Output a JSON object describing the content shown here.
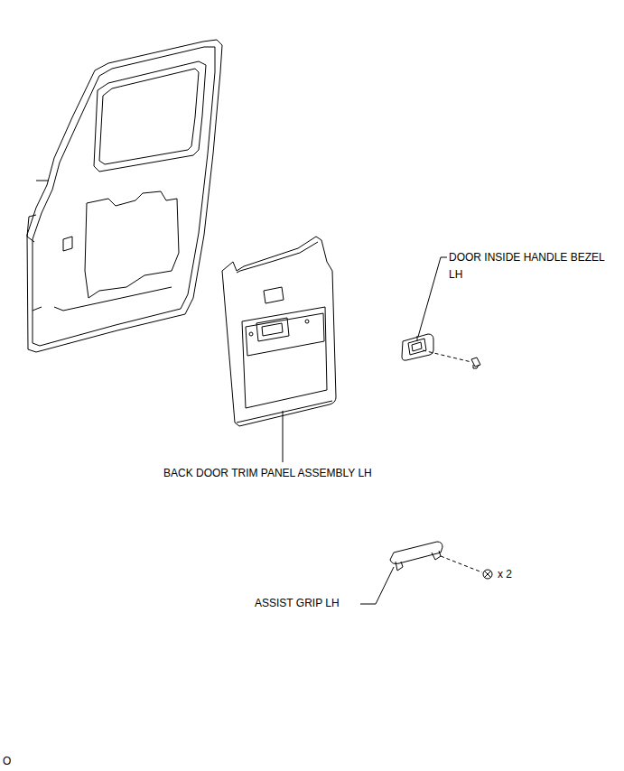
{
  "diagram": {
    "labels": [
      "DOOR INSIDE HANDLE BEZEL LH",
      "BACK DOOR TRIM PANEL ASSEMBLY LH",
      "ASSIST GRIP LH",
      "x 2",
      "O"
    ]
  }
}
